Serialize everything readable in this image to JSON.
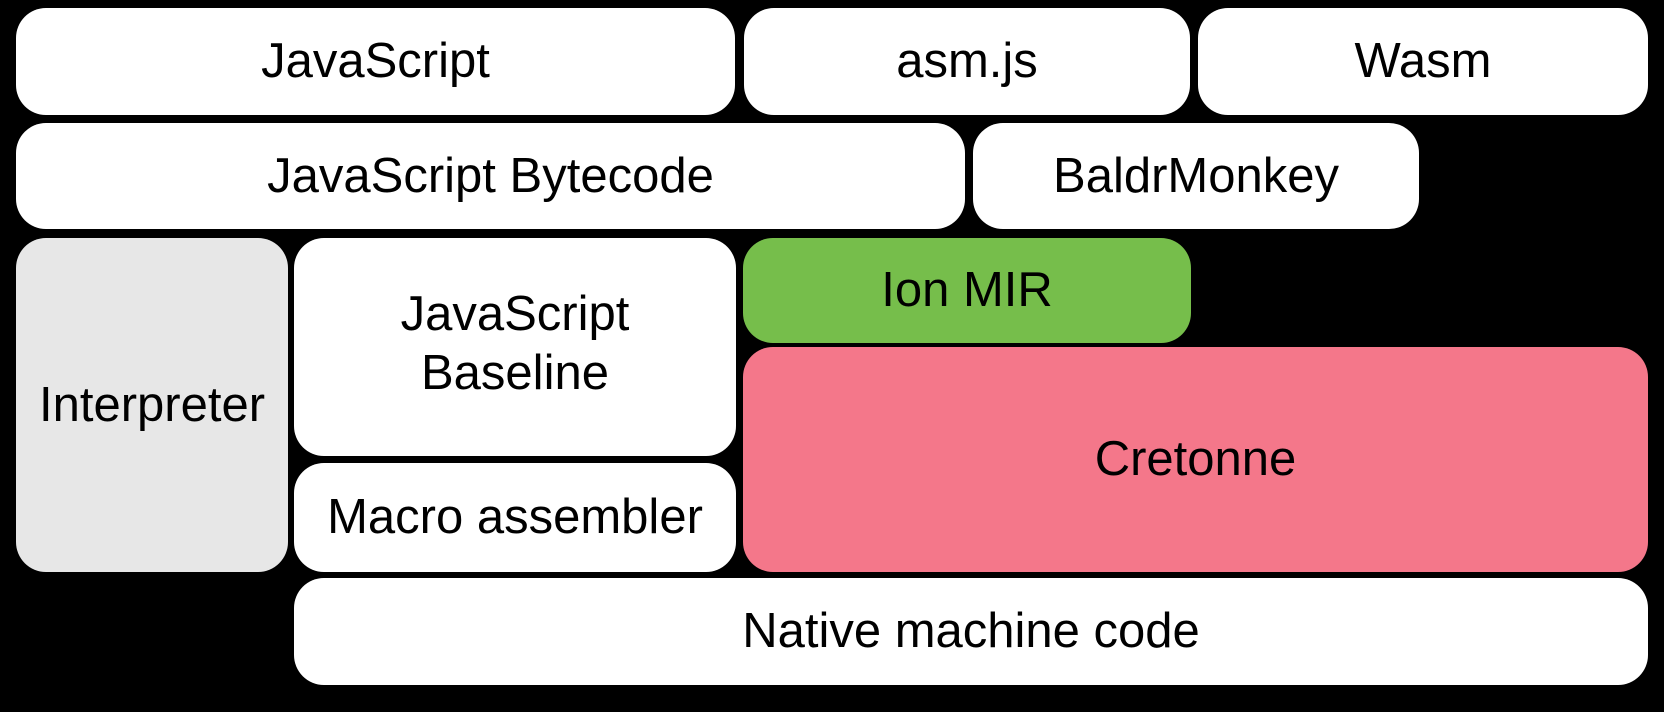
{
  "diagram": {
    "background": "#000000",
    "text_color": "#000000",
    "boxes": {
      "javascript": {
        "label": "JavaScript",
        "bg": "#ffffff"
      },
      "asmjs": {
        "label": "asm.js",
        "bg": "#ffffff"
      },
      "wasm": {
        "label": "Wasm",
        "bg": "#ffffff"
      },
      "bytecode": {
        "label": "JavaScript Bytecode",
        "bg": "#ffffff"
      },
      "baldrmonkey": {
        "label": "BaldrMonkey",
        "bg": "#ffffff"
      },
      "interpreter": {
        "label": "Interpreter",
        "bg": "#e7e7e7"
      },
      "baseline": {
        "label": "JavaScript\nBaseline",
        "bg": "#ffffff"
      },
      "ionmir": {
        "label": "Ion MIR",
        "bg": "#76be4b"
      },
      "cretonne": {
        "label": "Cretonne",
        "bg": "#f4778a"
      },
      "macroassembler": {
        "label": "Macro assembler",
        "bg": "#ffffff"
      },
      "nativecode": {
        "label": "Native machine code",
        "bg": "#ffffff"
      }
    }
  }
}
